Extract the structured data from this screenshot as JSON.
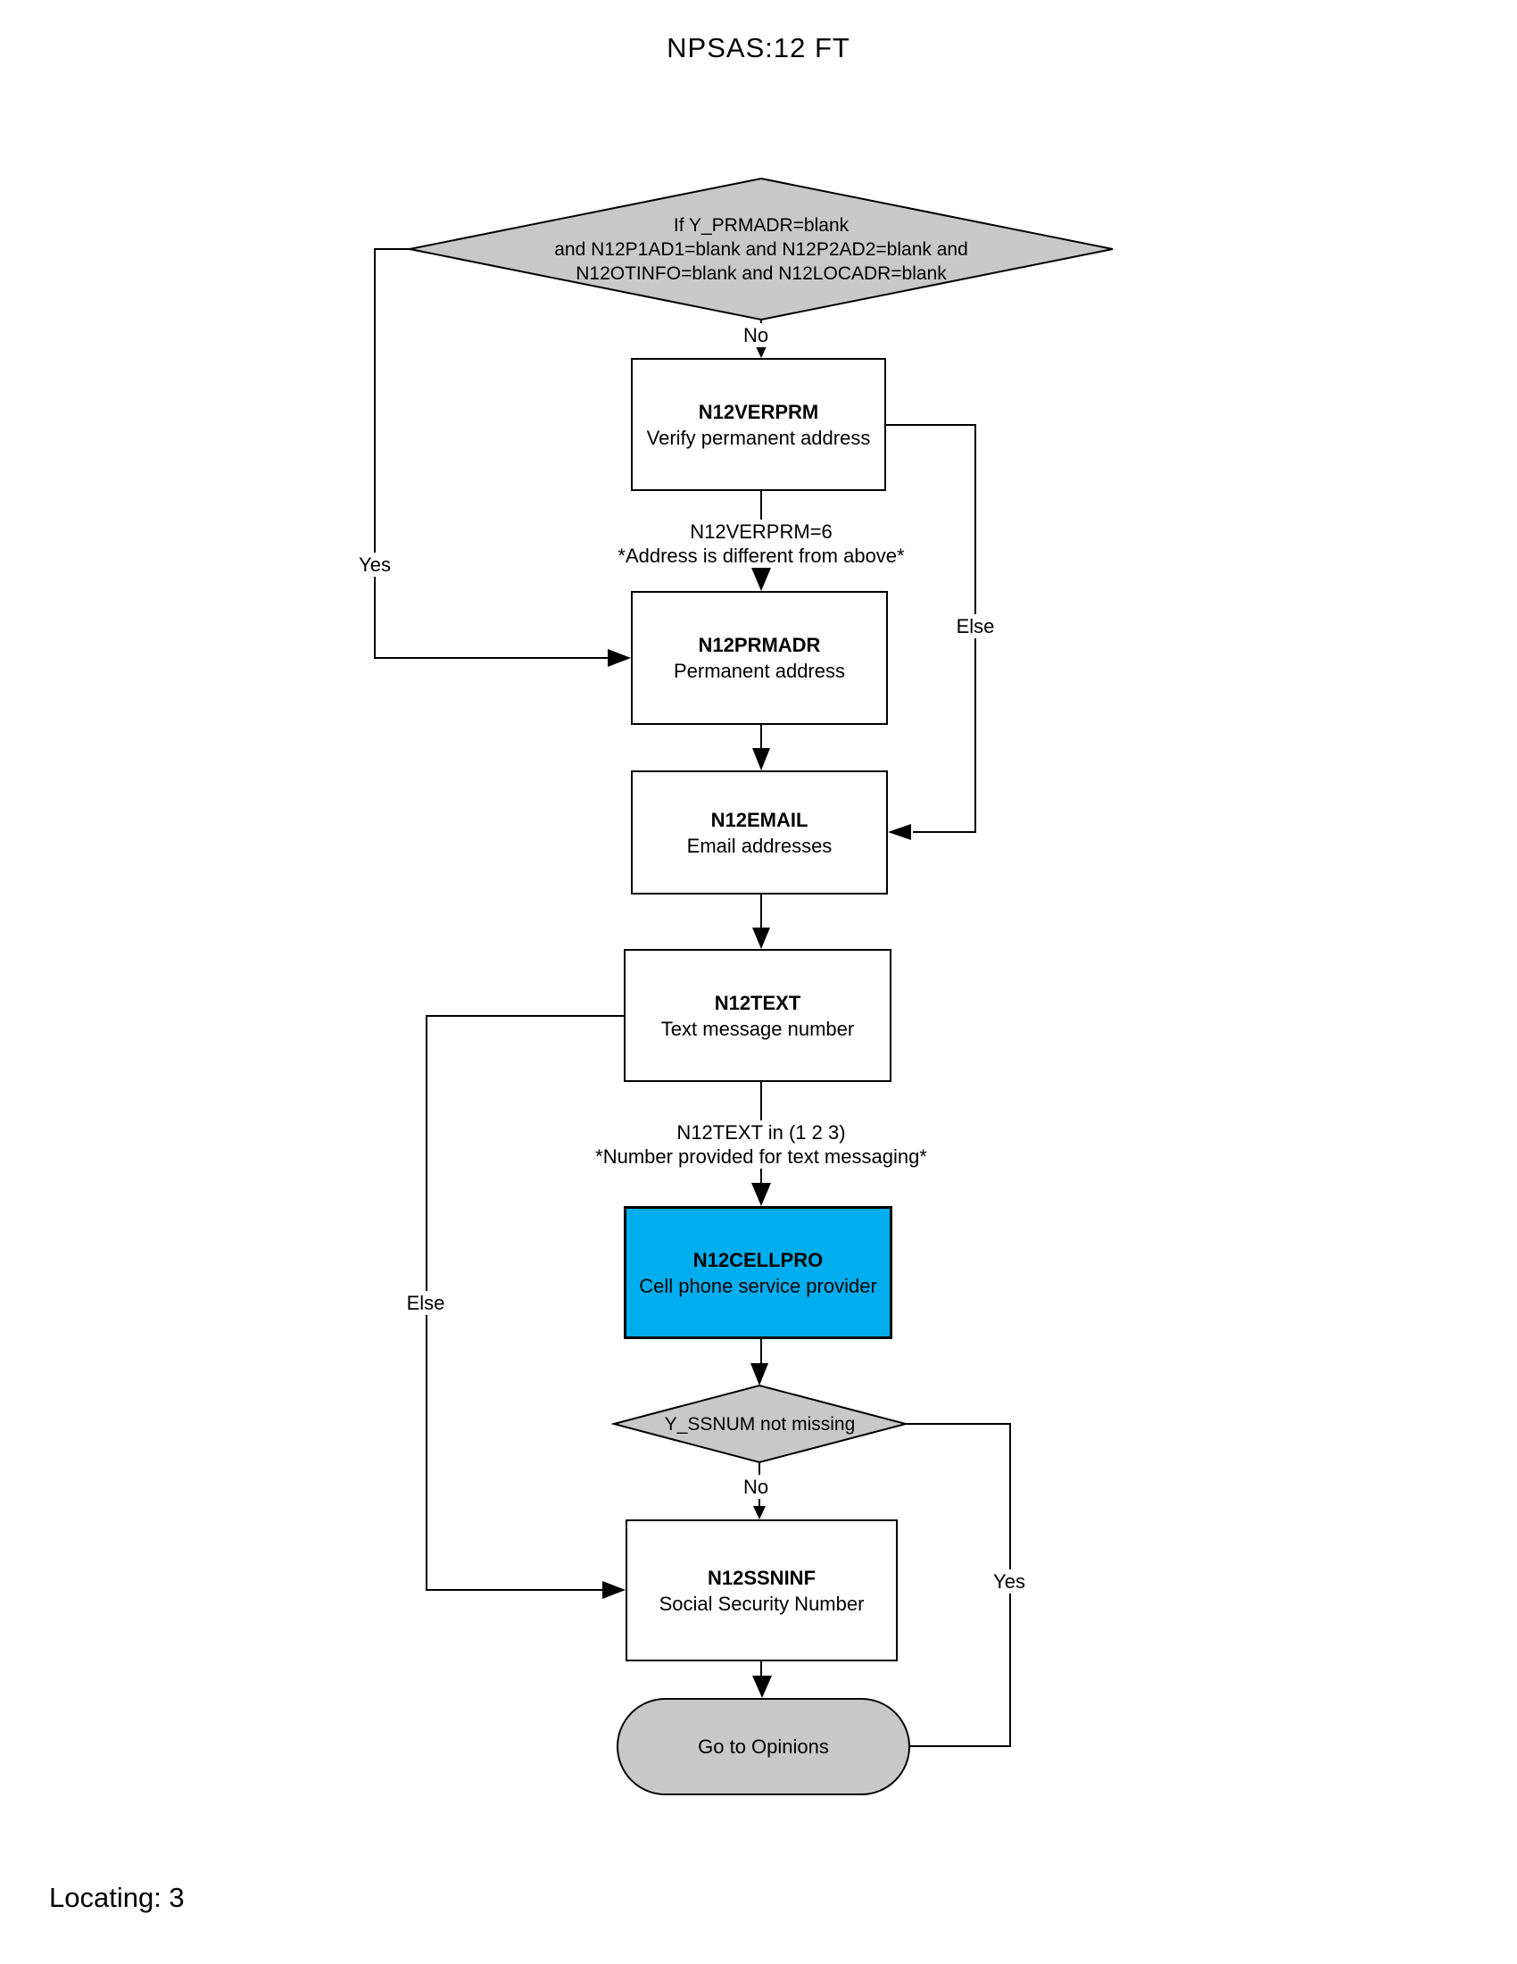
{
  "title": "NPSAS:12 FT",
  "footer": "Locating: 3",
  "colors": {
    "shape_gray": "#C8C8C8",
    "highlight_blue": "#00AEEF",
    "line": "#000000",
    "background": "#FFFFFF"
  },
  "nodes": {
    "start_decision": {
      "type": "diamond",
      "line1": "If Y_PRMADR=blank",
      "line2": "and N12P1AD1=blank and N12P2AD2=blank and",
      "line3": "N12OTINFO=blank and N12LOCADR=blank"
    },
    "verprm": {
      "name": "N12VERPRM",
      "desc": "Verify permanent address"
    },
    "prmadr": {
      "name": "N12PRMADR",
      "desc": "Permanent address"
    },
    "email": {
      "name": "N12EMAIL",
      "desc": "Email addresses"
    },
    "text": {
      "name": "N12TEXT",
      "desc": "Text message number"
    },
    "cellpro": {
      "name": "N12CELLPRO",
      "desc": "Cell phone service provider"
    },
    "ssnum_decision": {
      "type": "diamond",
      "label": "Y_SSNUM not missing"
    },
    "ssninf": {
      "name": "N12SSNINF",
      "desc": "Social Security Number"
    },
    "end": {
      "label": "Go to Opinions"
    }
  },
  "edges": {
    "no_top": "No",
    "yes_left": "Yes",
    "verprm_cond_line1": "N12VERPRM=6",
    "verprm_cond_line2": "*Address is different from above*",
    "else_right": "Else",
    "text_cond_line1": "N12TEXT in (1 2 3)",
    "text_cond_line2": "*Number provided for text messaging*",
    "else_left": "Else",
    "no_bottom": "No",
    "yes_right": "Yes"
  }
}
